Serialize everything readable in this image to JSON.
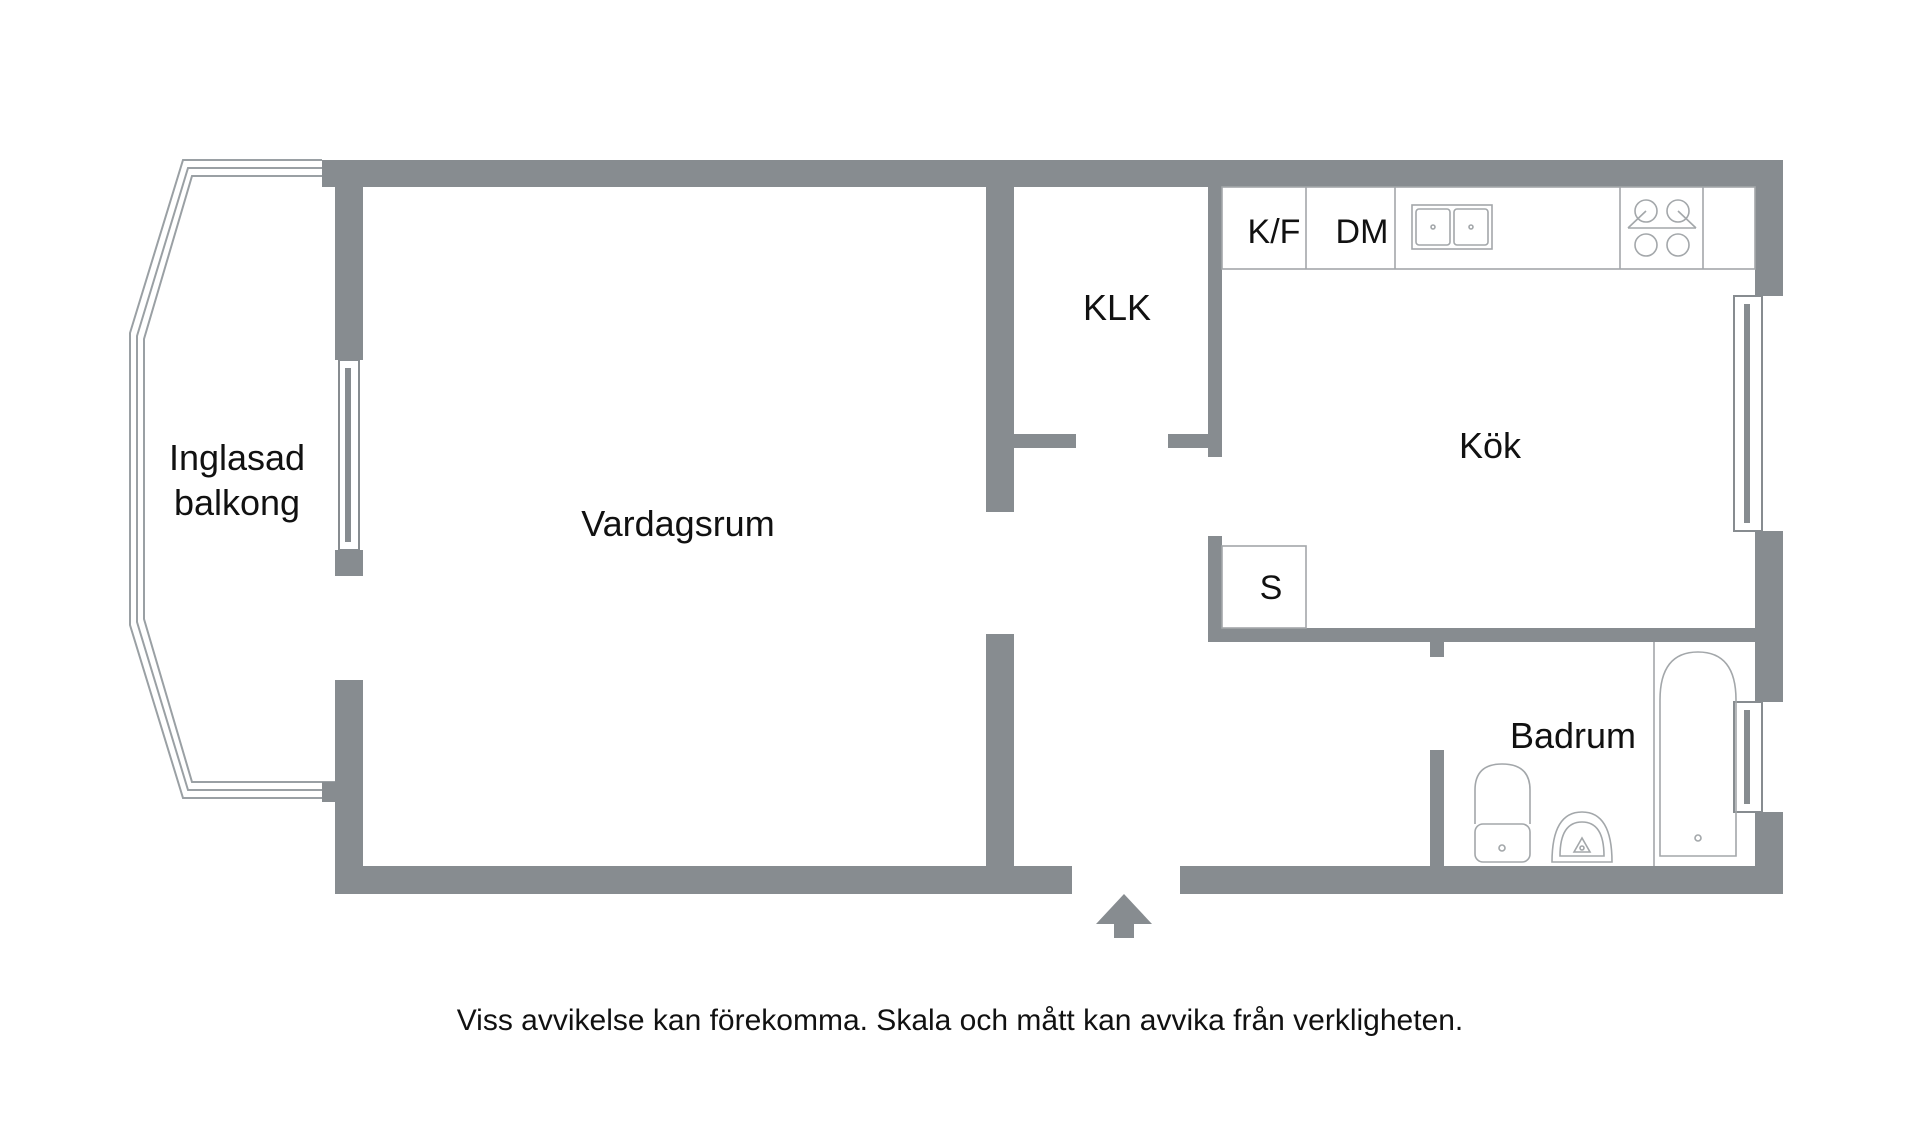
{
  "rooms": {
    "balcony_line1": "Inglasad",
    "balcony_line2": "balkong",
    "living_room": "Vardagsrum",
    "closet": "KLK",
    "kitchen": "Kök",
    "bathroom": "Badrum"
  },
  "fixtures": {
    "fridge_freezer": "K/F",
    "dishwasher": "DM",
    "storage": "S"
  },
  "footer": {
    "disclaimer": "Viss avvikelse kan förekomma. Skala och mått kan avvika från verkligheten."
  },
  "colors": {
    "wall": "#878c90",
    "text": "#111111",
    "background": "#ffffff"
  }
}
